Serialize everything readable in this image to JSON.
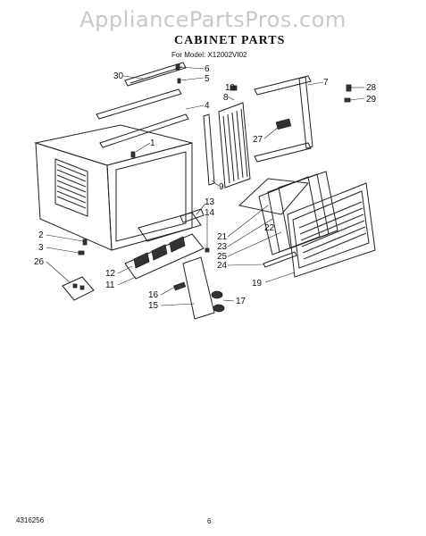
{
  "watermark": "AppliancePartsPros.com",
  "title": "CABINET PARTS",
  "subtitle": "For Model: X12002VI02",
  "footer": {
    "doc_number": "4316256",
    "page_number": "6"
  },
  "callouts": [
    "30",
    "6",
    "5",
    "10",
    "8",
    "4",
    "7",
    "28",
    "29",
    "1",
    "27",
    "9",
    "13",
    "14",
    "2",
    "3",
    "26",
    "21",
    "23",
    "25",
    "22",
    "24",
    "12",
    "11",
    "16",
    "15",
    "17",
    "19"
  ]
}
